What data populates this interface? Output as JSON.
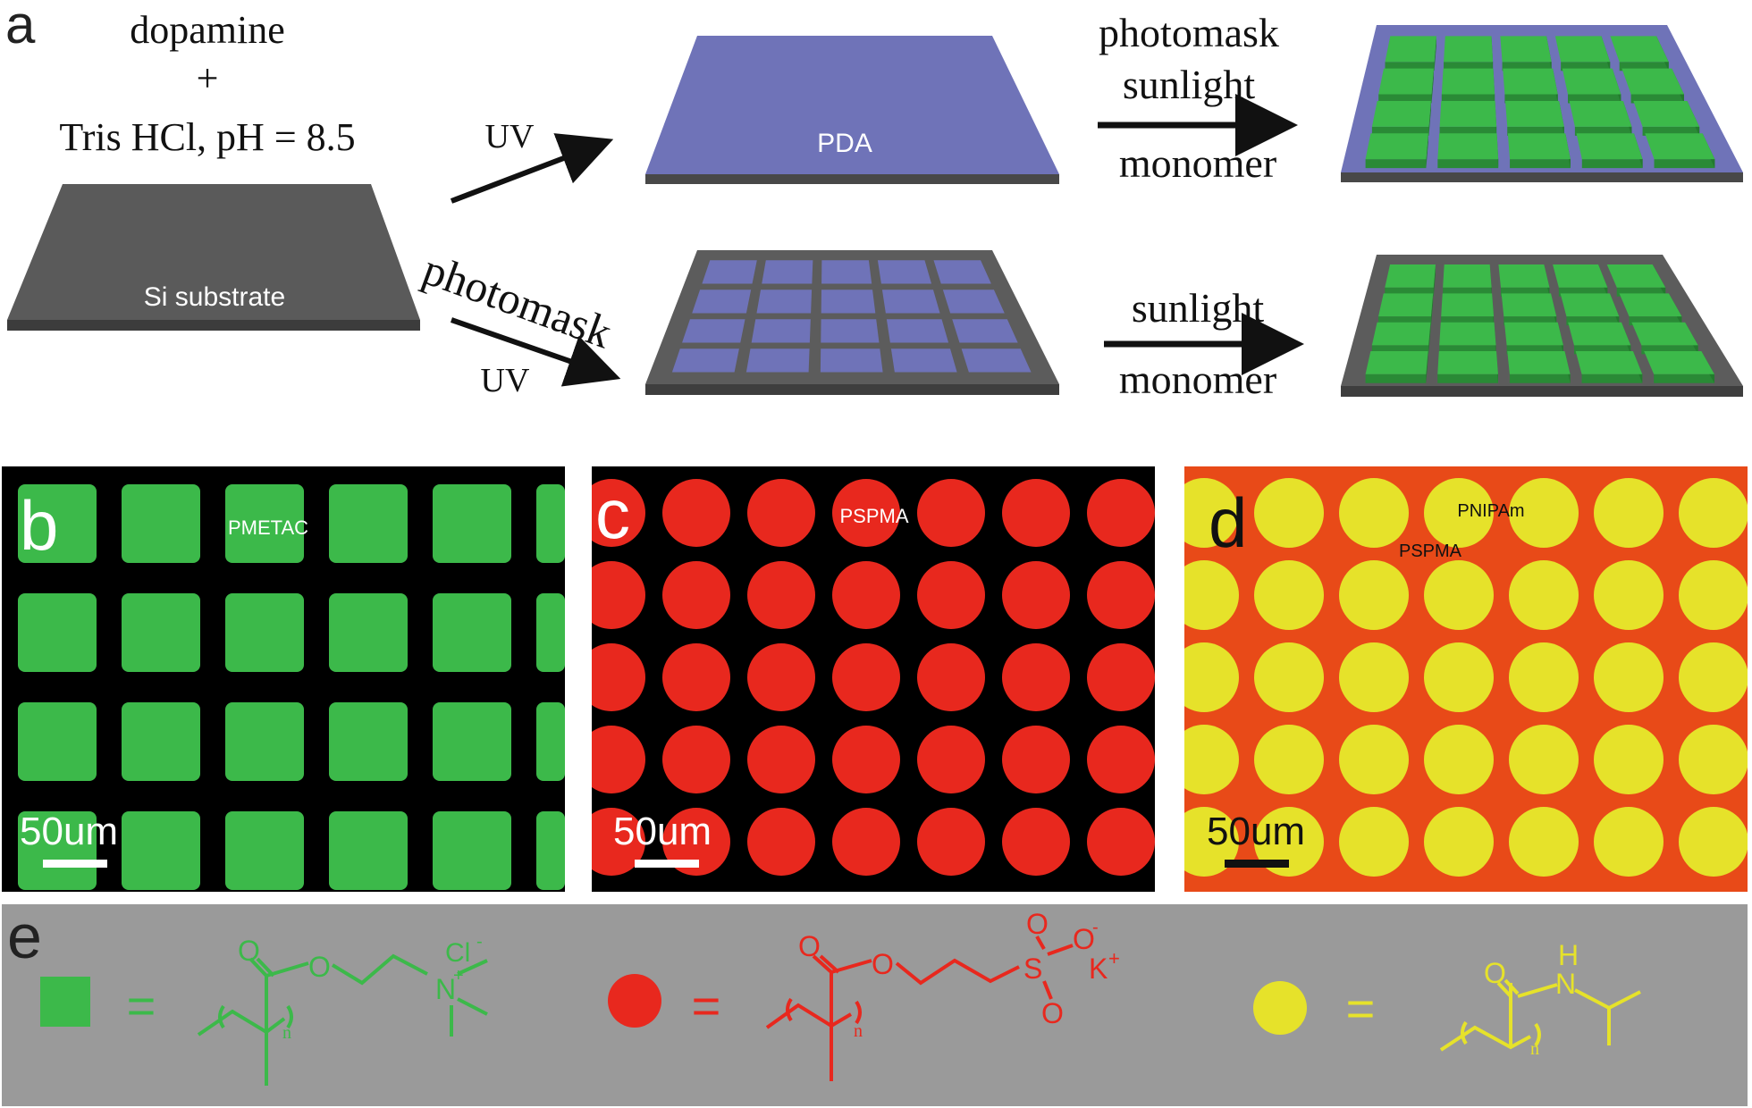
{
  "panel_a": {
    "label": "a",
    "reactants": {
      "line1": "dopamine",
      "plus": "+",
      "line2": "Tris HCl, pH = 8.5"
    },
    "substrate_label": "Si substrate",
    "upper_arrow_label": "UV",
    "lower_arrow_label_top": "photomask",
    "lower_arrow_label_bottom": "UV",
    "pda_label": "PDA",
    "upper_right_arrow_top1": "photomask",
    "upper_right_arrow_top2": "sunlight",
    "upper_right_arrow_bottom": "monomer",
    "lower_right_arrow_top": "sunlight",
    "lower_right_arrow_bottom": "monomer"
  },
  "panel_b": {
    "label": "b",
    "polymer": "PMETAC",
    "scalebar": "50um"
  },
  "panel_c": {
    "label": "c",
    "polymer": "PSPMA",
    "scalebar": "50um"
  },
  "panel_d": {
    "label": "d",
    "polymer1": "PNIPAm",
    "polymer2": "PSPMA",
    "scalebar": "50um"
  },
  "panel_e": {
    "label": "e",
    "equals": "=",
    "n": "n",
    "atoms": {
      "O": "O",
      "N": "N",
      "H": "H",
      "S": "S",
      "Cl": "Cl",
      "K": "K",
      "plus": "+",
      "minus": "-"
    }
  },
  "colors": {
    "substrate": "#5a5a5a",
    "pda": "#6f73b8",
    "green": "#3cb94a",
    "red": "#e8281e",
    "yellow": "#e6e22a",
    "panel_e_bg": "#9a9a9a"
  }
}
